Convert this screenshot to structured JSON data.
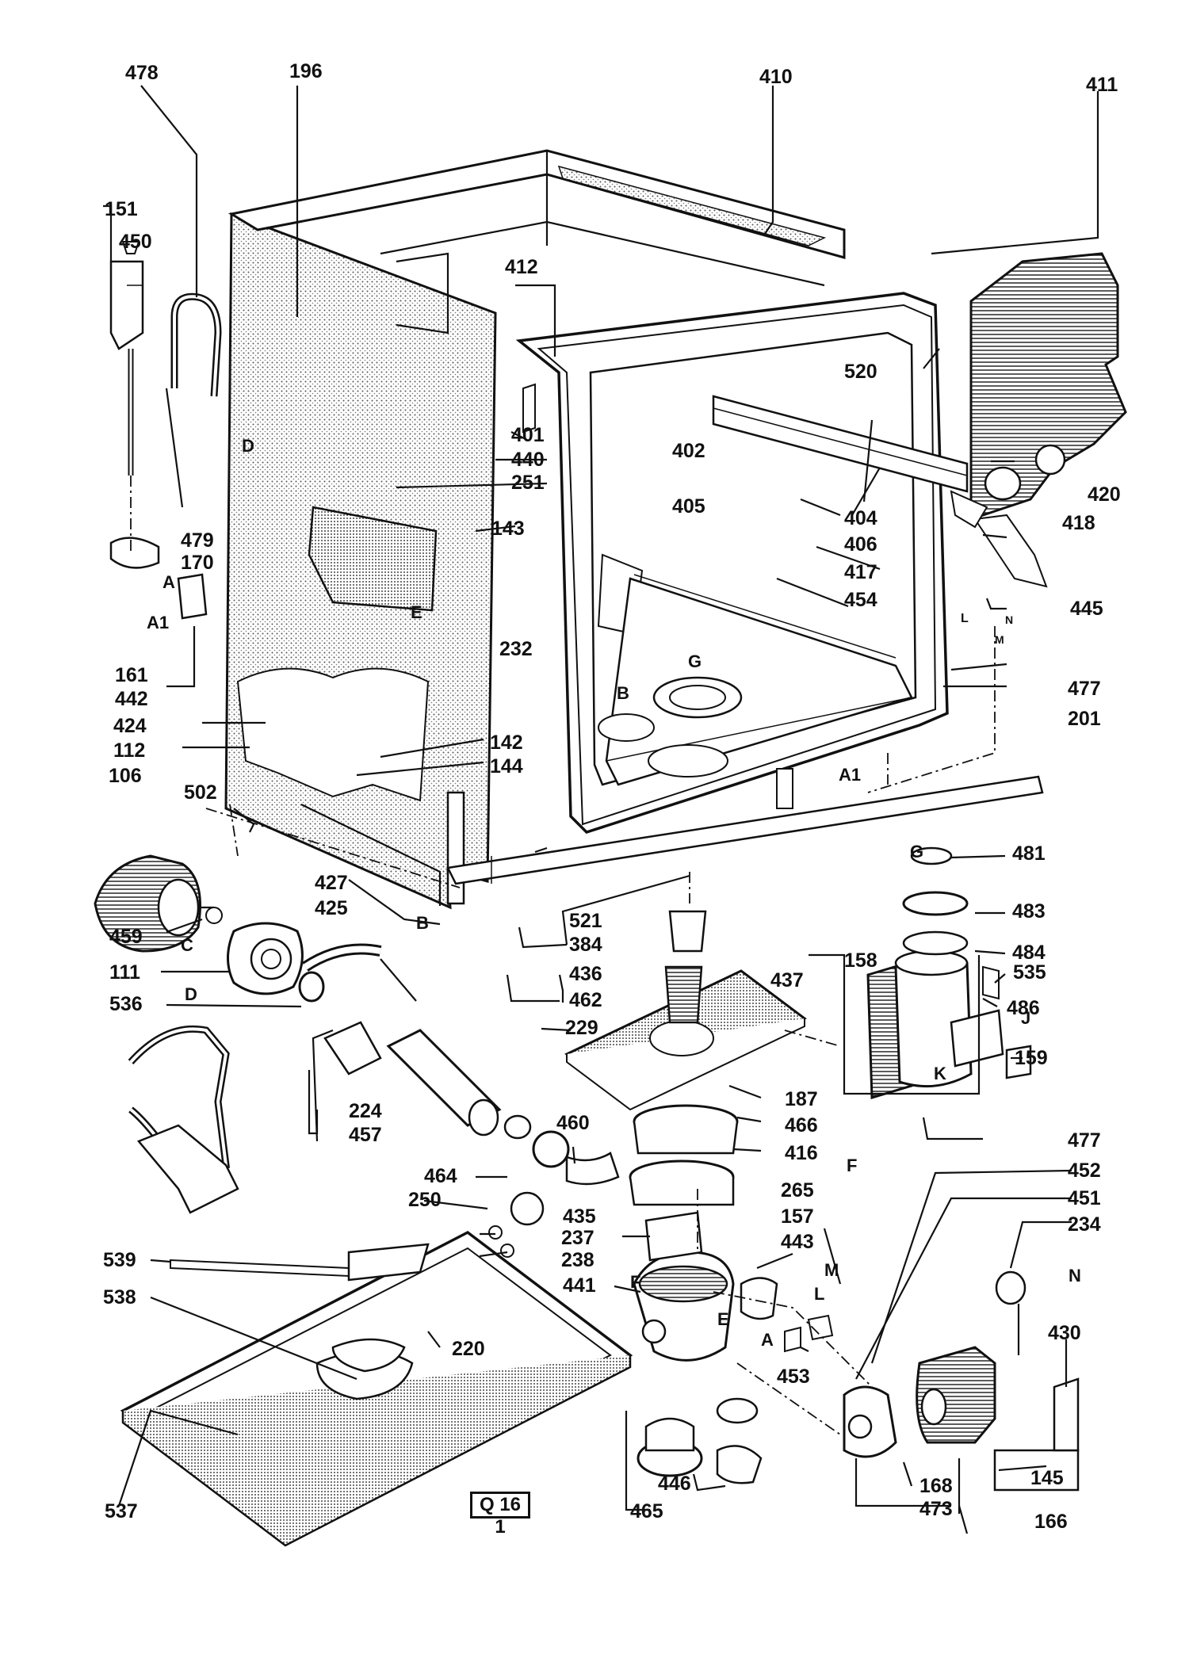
{
  "diagram_code": "Q 16 1",
  "part_labels": [
    "478",
    "196",
    "410",
    "411",
    "151",
    "450",
    "412",
    "520",
    "401",
    "402",
    "440",
    "251",
    "420",
    "143",
    "405",
    "404",
    "418",
    "479",
    "170",
    "406",
    "417",
    "454",
    "232",
    "445",
    "161",
    "442",
    "477",
    "201",
    "424",
    "142",
    "112",
    "144",
    "106",
    "502",
    "481",
    "427",
    "425",
    "521",
    "483",
    "459",
    "384",
    "484",
    "111",
    "462",
    "436",
    "535",
    "158",
    "437",
    "536",
    "486",
    "229",
    "159",
    "224",
    "187",
    "457",
    "466",
    "460",
    "477",
    "416",
    "464",
    "452",
    "250",
    "265",
    "451",
    "435",
    "237",
    "157",
    "234",
    "238",
    "443",
    "539",
    "441",
    "538",
    "453",
    "430",
    "220",
    "168",
    "145",
    "537",
    "446",
    "465",
    "473",
    "166"
  ],
  "letter_labels": [
    "D",
    "A",
    "A1",
    "E",
    "G",
    "B",
    "A1",
    "G",
    "C",
    "B",
    "D",
    "J",
    "K",
    "F",
    "F",
    "M",
    "L",
    "E",
    "A",
    "N",
    "N",
    "M",
    "L"
  ]
}
